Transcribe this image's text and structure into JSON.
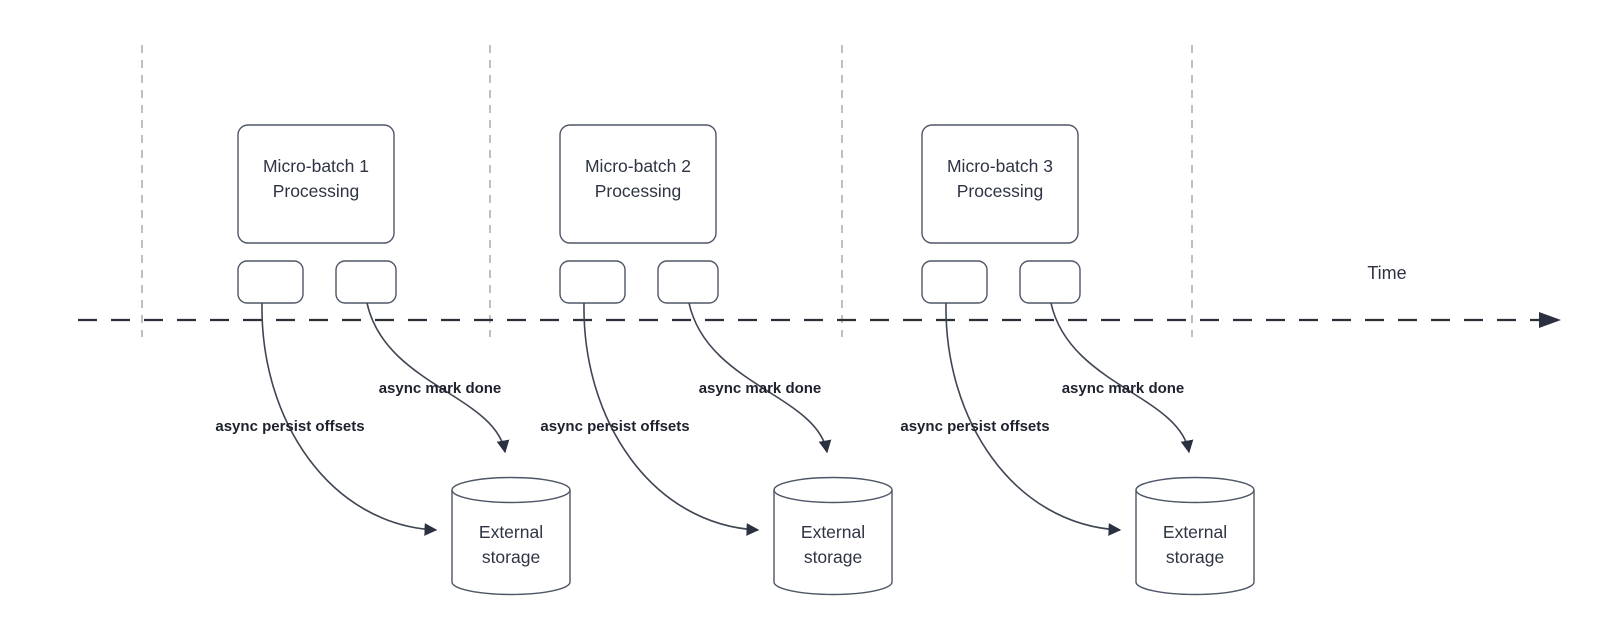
{
  "diagram": {
    "timeline_label": "Time",
    "batches": [
      {
        "title_line1": "Micro-batch 1",
        "title_line2": "Processing",
        "persist_arrow_label": "async persist offsets",
        "mark_done_arrow_label": "async mark done",
        "storage_line1": "External",
        "storage_line2": "storage"
      },
      {
        "title_line1": "Micro-batch 2",
        "title_line2": "Processing",
        "persist_arrow_label": "async persist offsets",
        "mark_done_arrow_label": "async mark done",
        "storage_line1": "External",
        "storage_line2": "storage"
      },
      {
        "title_line1": "Micro-batch 3",
        "title_line2": "Processing",
        "persist_arrow_label": "async persist offsets",
        "mark_done_arrow_label": "async mark done",
        "storage_line1": "External",
        "storage_line2": "storage"
      }
    ],
    "colors": {
      "background": "#ffffff",
      "shape_stroke": "#4e5667",
      "connector": "#3f4653",
      "arrowhead": "#2b3140",
      "timeline": "#2b2f38",
      "guide_line": "#ababab",
      "title_text": "#2e3442",
      "label_text": "#1d222e"
    }
  }
}
